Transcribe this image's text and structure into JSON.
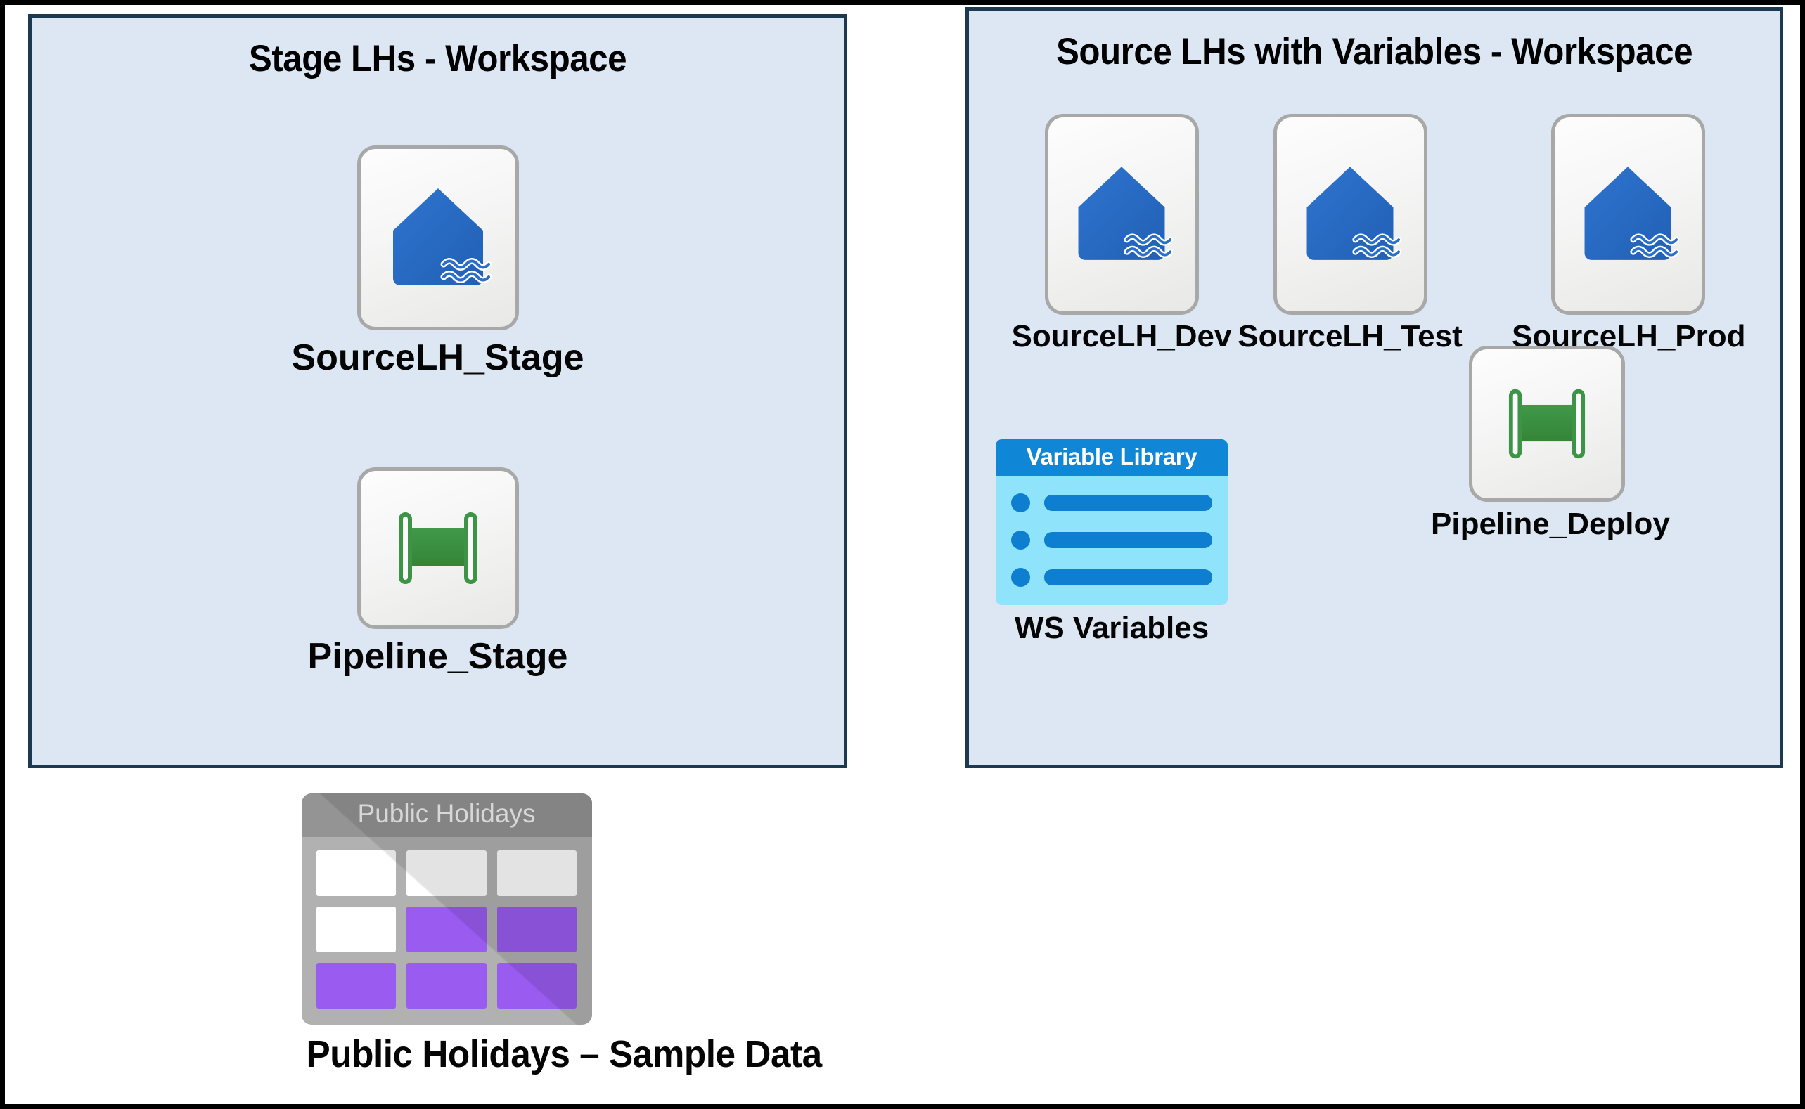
{
  "colors": {
    "page_background": "#ffffff",
    "outer_border": "#000000",
    "workspace_fill": "#dce7f3",
    "workspace_border": "#1b3a4f",
    "tile_border": "#a8a8a8",
    "lakehouse_blue": "#2a6fc9",
    "pipeline_green": "#3a9142",
    "varlib_header_blue": "#0f86d6",
    "varlib_body_blue": "#8fe3fb",
    "varlib_accent_blue": "#0e7ed0",
    "table_header_grey": "#949494",
    "table_body_grey": "#b1b1b1",
    "table_cell_purple": "#9a5cf0",
    "table_cell_white": "#ffffff",
    "label_text": "#050505"
  },
  "workspaces": [
    {
      "id": "stage",
      "title": "Stage LHs - Workspace",
      "items": [
        {
          "id": "sourcelh-stage",
          "label": "SourceLH_Stage",
          "icon": "lakehouse-icon"
        },
        {
          "id": "pipeline-stage",
          "label": "Pipeline_Stage",
          "icon": "pipeline-icon"
        }
      ]
    },
    {
      "id": "source",
      "title": "Source LHs with Variables - Workspace",
      "items": [
        {
          "id": "sourcelh-dev",
          "label": "SourceLH_Dev",
          "icon": "lakehouse-icon"
        },
        {
          "id": "sourcelh-test",
          "label": "SourceLH_Test",
          "icon": "lakehouse-icon"
        },
        {
          "id": "sourcelh-prod",
          "label": "SourceLH_Prod",
          "icon": "lakehouse-icon"
        },
        {
          "id": "pipeline-deploy",
          "label": "Pipeline_Deploy",
          "icon": "pipeline-icon"
        },
        {
          "id": "ws-variables",
          "label": "WS Variables",
          "icon": "variable-library-icon"
        }
      ]
    }
  ],
  "variable_library": {
    "header": "Variable Library",
    "caption": "WS Variables",
    "row_count": 3
  },
  "public_holidays": {
    "header": "Public Holidays",
    "caption": "Public Holidays – Sample Data",
    "grid": [
      [
        "white",
        "white",
        "white"
      ],
      [
        "white",
        "purple",
        "purple"
      ],
      [
        "purple",
        "purple",
        "purple"
      ]
    ]
  }
}
